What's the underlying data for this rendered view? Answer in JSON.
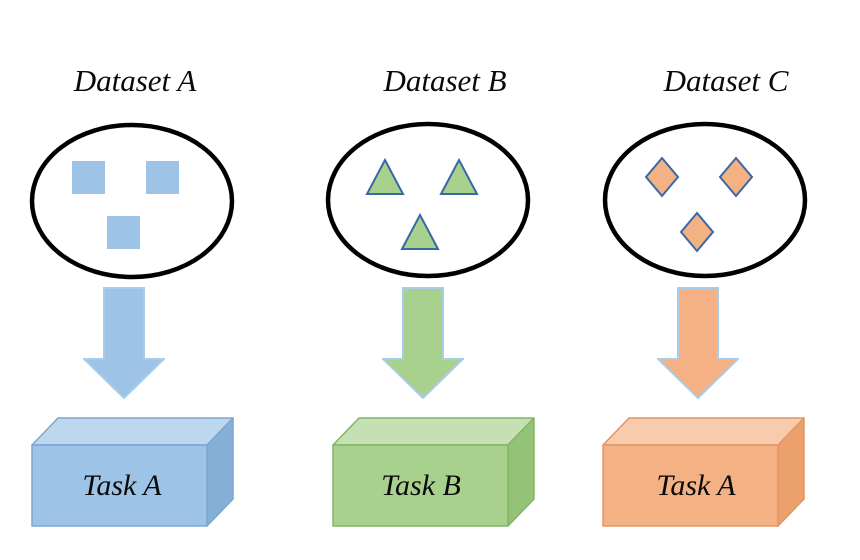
{
  "diagram": {
    "description": "Three datasets each mapped by an arrow to a task box",
    "columns": [
      {
        "dataset_label": "Dataset A",
        "task_label": "Task A",
        "marker": "square",
        "marker_count": 3,
        "arrow": "down-arrow",
        "color_name": "blue"
      },
      {
        "dataset_label": "Dataset B",
        "task_label": "Task B",
        "marker": "triangle",
        "marker_count": 3,
        "arrow": "down-arrow",
        "color_name": "green"
      },
      {
        "dataset_label": "Dataset C",
        "task_label": "Task A",
        "marker": "diamond",
        "marker_count": 3,
        "arrow": "down-arrow",
        "color_name": "orange"
      }
    ]
  },
  "colors": {
    "blue": {
      "fill": "#9DC3E6",
      "box_top": "#BDD7EE",
      "box_side": "#85AFD6",
      "box_stroke": "#7DA6CF"
    },
    "green": {
      "fill": "#A9D18E",
      "box_top": "#C5E0B4",
      "box_side": "#94C377",
      "box_stroke": "#82B564"
    },
    "orange": {
      "fill": "#F4B183",
      "box_top": "#F8CBAD",
      "box_side": "#ECA06C",
      "box_stroke": "#DE9765"
    },
    "marker_outline": "#3A67A5",
    "arrow_outline": "#A9CCEA",
    "ellipse_stroke": "#000000",
    "text": "#0A0A0A"
  }
}
